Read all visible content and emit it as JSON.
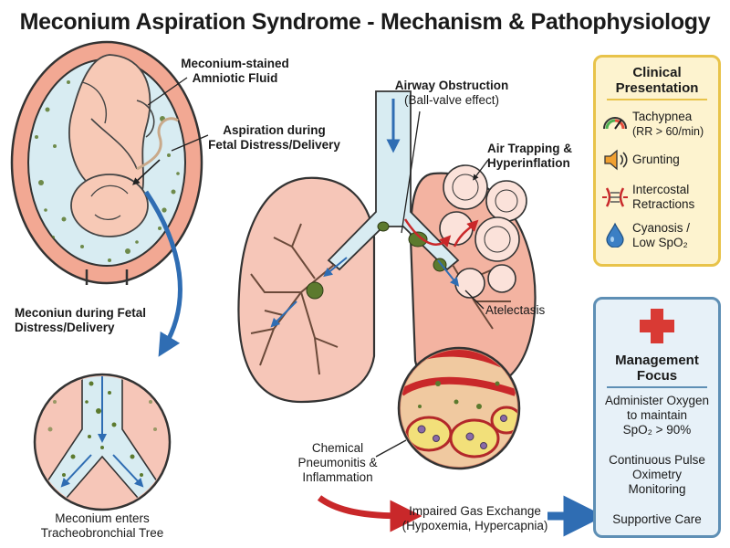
{
  "title": "Meconium Aspiration Syndrome - Mechanism & Pathophysiology",
  "labels": {
    "meconium_fluid": [
      "Meconium-stained",
      "Amniotic Fluid"
    ],
    "aspiration": [
      "Aspiration during",
      "Fetal Distress/Delivery"
    ],
    "meconium_distress": [
      "Meconiun during Fetal",
      "Distress/Delivery"
    ],
    "enters_tree": [
      "Meconium enters",
      "Tracheobronchial Tree"
    ],
    "airway_obstruction": "Airway Obstruction",
    "ball_valve": "(Ball-valve effect)",
    "air_trapping": [
      "Air Trapping &",
      "Hyperinflation"
    ],
    "atelectasis": "Atelectasis",
    "chemical": [
      "Chemical",
      "Pneumonitis &",
      "Inflammation"
    ],
    "gas_exchange": [
      "Impaired Gas Exchange",
      "(Hypoxemia, Hypercapnia)"
    ]
  },
  "clinical": {
    "title": [
      "Clinical",
      "Presentation"
    ],
    "items": [
      {
        "icon": "gauge-icon",
        "lines": [
          "Tachypnea",
          "(RR > 60/min)"
        ]
      },
      {
        "icon": "speaker-icon",
        "lines": [
          "Grunting"
        ]
      },
      {
        "icon": "chest-retraction-icon",
        "lines": [
          "Intercostal",
          "Retractions"
        ]
      },
      {
        "icon": "drop-icon",
        "lines": [
          "Cyanosis /",
          "Low SpO₂"
        ]
      }
    ]
  },
  "management": {
    "title": [
      "Management",
      "Focus"
    ],
    "items": [
      [
        "Administer Oxygen",
        "to maintain",
        "SpO₂ > 90%"
      ],
      [
        "Continuous Pulse",
        "Oximetry",
        "Monitoring"
      ],
      [
        "Supportive Care"
      ]
    ]
  },
  "colors": {
    "clinical_border": "#e8c34a",
    "clinical_bg": "#fdf3cf",
    "management_border": "#5e8fb5",
    "management_bg": "#e7f1f8",
    "cross": "#d93a34",
    "lung": "#f6c6b8",
    "meconium": "#5c7a2e"
  }
}
